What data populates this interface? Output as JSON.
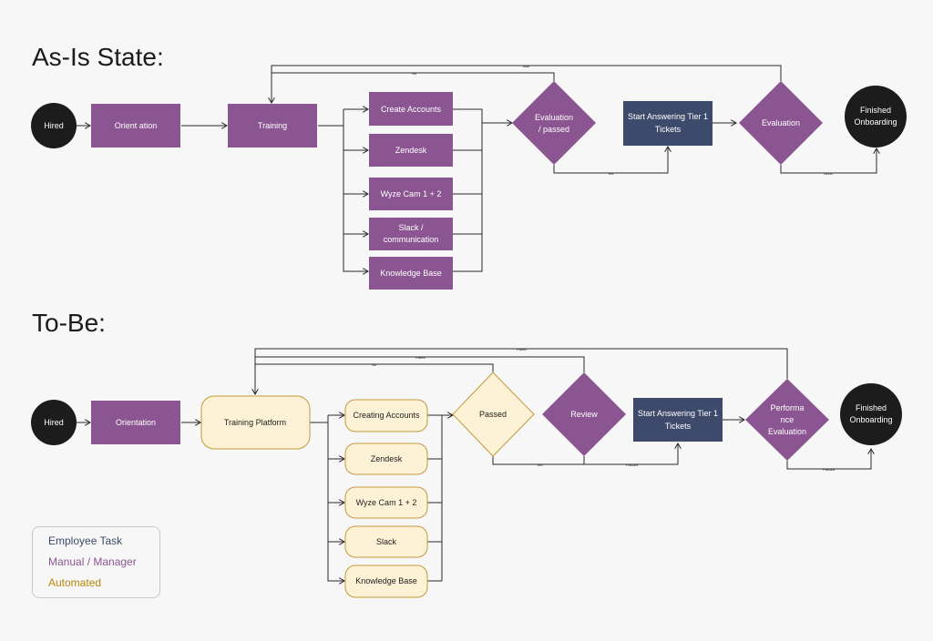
{
  "sections": {
    "as_is": {
      "title": "As-Is State:",
      "nodes": {
        "hired": "Hired",
        "orientation": "Orient ation",
        "training": "Training",
        "create_accounts": "Create Accounts",
        "zendesk": "Zendesk",
        "wyze": "Wyze Cam 1 + 2",
        "slack": [
          "Slack /",
          "communication"
        ],
        "knowledge_base": "Knowledge Base",
        "evaluation_passed": [
          "Evaluation",
          "/ passed"
        ],
        "start_answering": [
          "Start Answering Tier 1",
          "Tickets"
        ],
        "evaluation": "Evaluation",
        "finished": [
          "Finished",
          "Onboarding"
        ]
      },
      "edge_labels": {
        "no": "No",
        "bad": "Bad",
        "yes": "Yes",
        "good": "Good"
      }
    },
    "to_be": {
      "title": "To-Be:",
      "nodes": {
        "hired": "Hired",
        "orientation": "Orientation",
        "training_platform": "Training Platform",
        "creating_accounts": "Creating Accounts",
        "zendesk": "Zendesk",
        "wyze": "Wyze Cam 1 + 2",
        "slack": "Slack",
        "knowledge_base": "Knowledge Base",
        "passed": "Passed",
        "review": "Review",
        "start_answering": [
          "Start Answering Tier 1",
          "Tickets"
        ],
        "performance_evaluation": [
          "Performa",
          "nce",
          "Evaluation"
        ],
        "finished": [
          "Finished",
          "Onboarding"
        ]
      },
      "edge_labels": {
        "failed_top": "Failed",
        "failed": "Failed",
        "no": "No",
        "yes": "Yes",
        "passed_review": "Passed",
        "passed_eval": "Passed"
      }
    }
  },
  "legend": {
    "employee_task": "Employee Task",
    "manual_manager": "Manual / Manager",
    "automated": "Automated"
  },
  "colors": {
    "manual": "#8b5592",
    "employee": "#3e4a6b",
    "automated_fill": "#fdf1d6",
    "automated_stroke": "#c49a3a",
    "terminal": "#1c1c1c",
    "line": "#2a2a2a",
    "legend_employee": "#3e4a6b",
    "legend_manual": "#8b5592",
    "legend_automated": "#b8860b"
  }
}
